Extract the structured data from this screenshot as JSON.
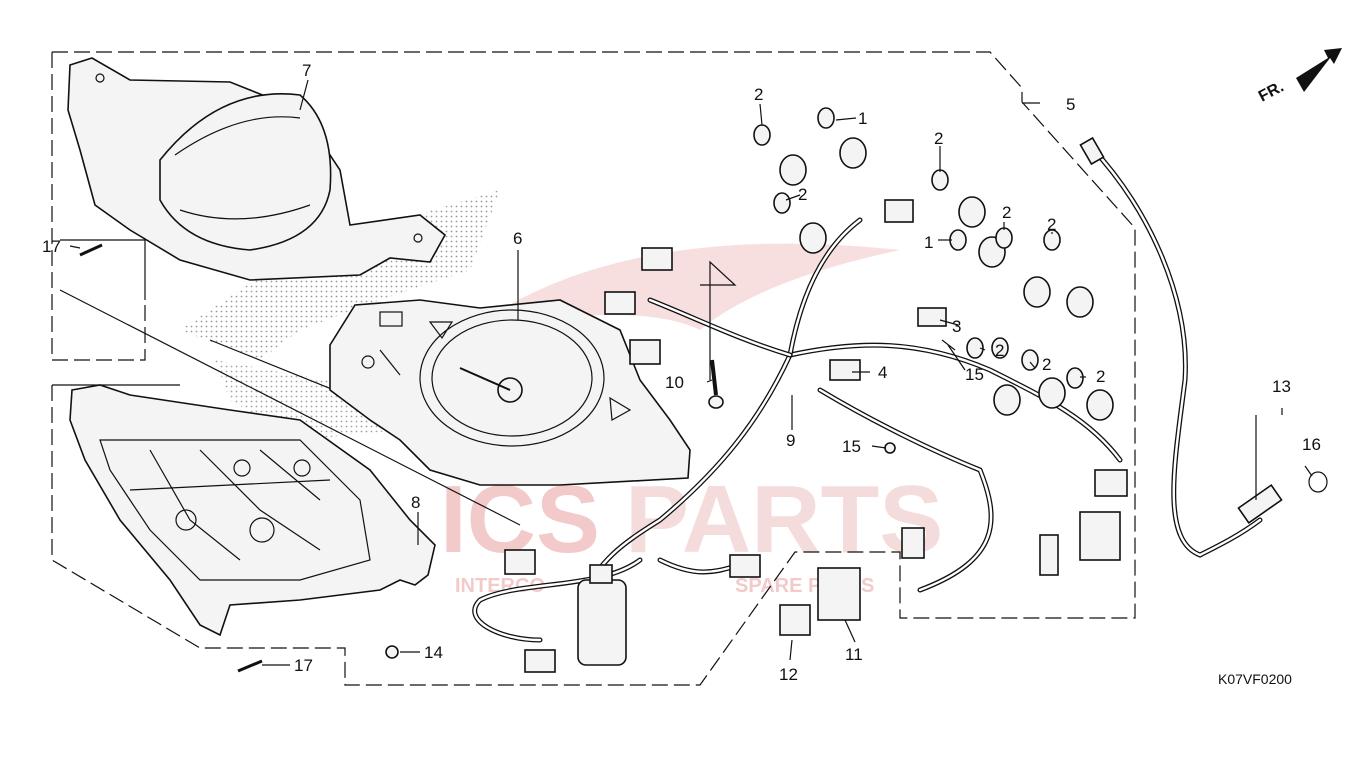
{
  "diagram": {
    "code": "K07VF0200",
    "direction_label": "FR.",
    "watermark": {
      "brand_left": "ICS",
      "brand_right": "PARTS",
      "tagline_left": "INTERCO",
      "tagline_right": "SPARE PARTS",
      "color": "#e8a0a0"
    },
    "callouts": [
      {
        "id": "c1a",
        "text": "1"
      },
      {
        "id": "c1b",
        "text": "1"
      },
      {
        "id": "c2a",
        "text": "2"
      },
      {
        "id": "c2b",
        "text": "2"
      },
      {
        "id": "c2c",
        "text": "2"
      },
      {
        "id": "c2d",
        "text": "2"
      },
      {
        "id": "c2e",
        "text": "2"
      },
      {
        "id": "c2f",
        "text": "2"
      },
      {
        "id": "c2g",
        "text": "2"
      },
      {
        "id": "c2h",
        "text": "2"
      },
      {
        "id": "c3",
        "text": "3"
      },
      {
        "id": "c4",
        "text": "4"
      },
      {
        "id": "c5",
        "text": "5"
      },
      {
        "id": "c6",
        "text": "6"
      },
      {
        "id": "c7",
        "text": "7"
      },
      {
        "id": "c8",
        "text": "8"
      },
      {
        "id": "c9",
        "text": "9"
      },
      {
        "id": "c10",
        "text": "10"
      },
      {
        "id": "c11",
        "text": "11"
      },
      {
        "id": "c12",
        "text": "12"
      },
      {
        "id": "c13",
        "text": "13"
      },
      {
        "id": "c14",
        "text": "14"
      },
      {
        "id": "c15a",
        "text": "15"
      },
      {
        "id": "c15b",
        "text": "15"
      },
      {
        "id": "c16",
        "text": "16"
      },
      {
        "id": "c17a",
        "text": "17"
      },
      {
        "id": "c17b",
        "text": "17"
      }
    ]
  }
}
